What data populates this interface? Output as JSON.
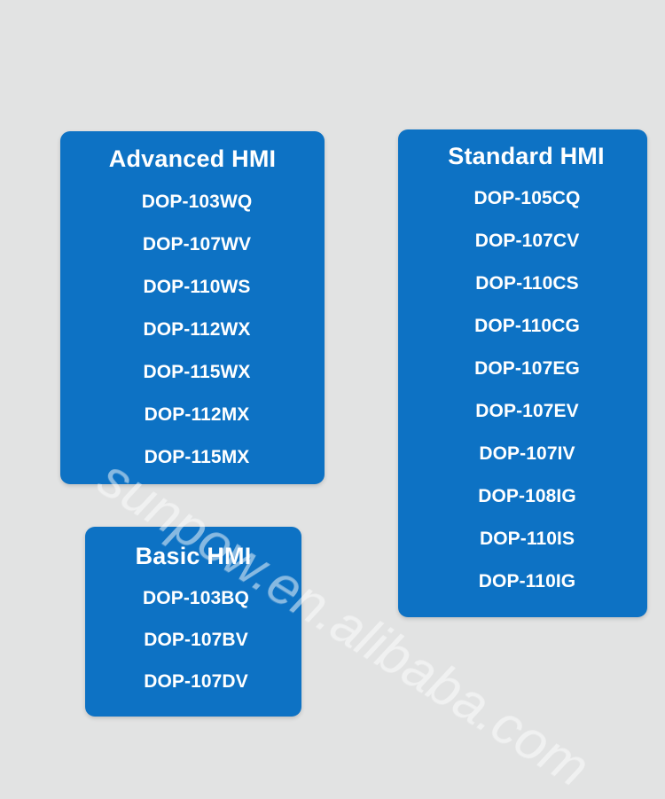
{
  "page": {
    "background_color": "#e2e3e3",
    "card_color": "#0d72c4",
    "text_color": "#ffffff"
  },
  "watermark": {
    "text": "sunpow.en.alibaba.com"
  },
  "cards": {
    "advanced": {
      "title": "Advanced HMI",
      "items": [
        "DOP-103WQ",
        "DOP-107WV",
        "DOP-110WS",
        "DOP-112WX",
        "DOP-115WX",
        "DOP-112MX",
        "DOP-115MX"
      ]
    },
    "standard": {
      "title": "Standard HMI",
      "items": [
        "DOP-105CQ",
        "DOP-107CV",
        "DOP-110CS",
        "DOP-110CG",
        "DOP-107EG",
        "DOP-107EV",
        "DOP-107IV",
        "DOP-108IG",
        "DOP-110IS",
        "DOP-110IG"
      ]
    },
    "basic": {
      "title": "Basic HMI",
      "items": [
        "DOP-103BQ",
        "DOP-107BV",
        "DOP-107DV"
      ]
    }
  }
}
